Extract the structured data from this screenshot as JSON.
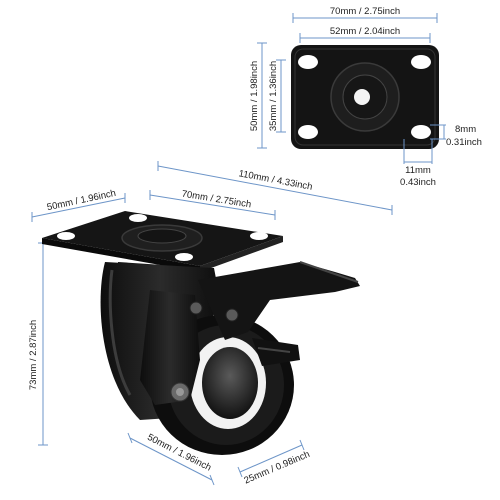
{
  "product": {
    "type": "swivel caster with brake",
    "colors": {
      "body": "#1a1a1a",
      "metal_highlight": "#4a4a4a",
      "tread_ring": "#f2f2f2",
      "dimension_line": "#6d95c8"
    }
  },
  "top_plate": {
    "width_label": "70mm / 2.75inch",
    "hole_span_width_label": "52mm / 2.04inch",
    "height_label": "50mm / 1.98inch",
    "hole_span_height_label": "35mm / 1.36inch",
    "slot_width_label_line1": "8mm",
    "slot_width_label_line2": "0.31inch",
    "slot_length_label_line1": "11mm",
    "slot_length_label_line2": "0.43inch"
  },
  "caster": {
    "plate_depth_label": "50mm / 1.96inch",
    "plate_width_label": "70mm / 2.75inch",
    "plate_diagonal_label": "110mm / 4.33inch",
    "total_height_label": "73mm / 2.87inch",
    "wheel_diameter_label": "50mm / 1.96inch",
    "wheel_width_label": "25mm / 0.98inch"
  }
}
